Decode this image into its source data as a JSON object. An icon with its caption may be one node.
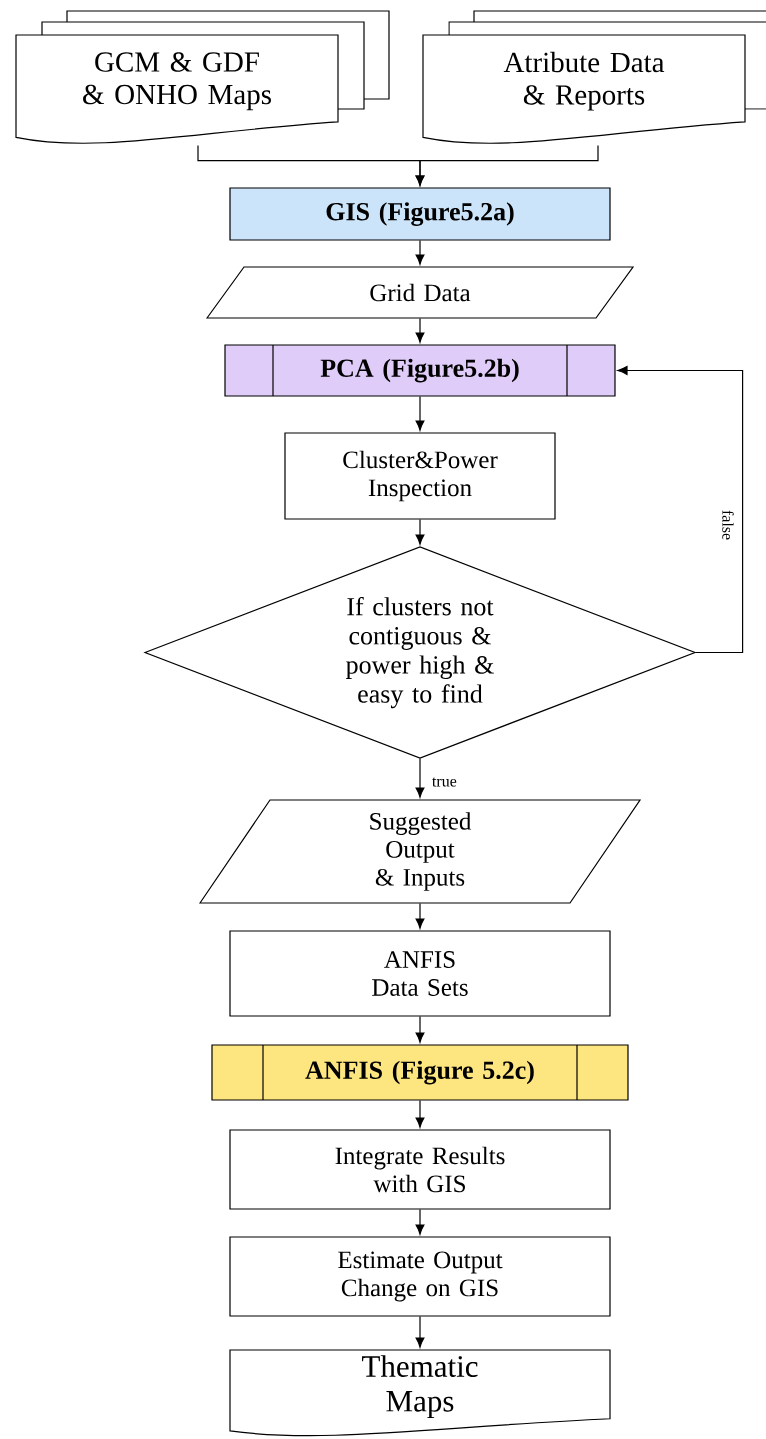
{
  "diagram": {
    "nodes": [
      {
        "text": [
          "GCM & GDF & ONHO Maps"
        ]
      },
      {
        "text": [
          "Atribute Data & Reports"
        ]
      },
      {
        "text": [
          "GIS (Figure5.2a)"
        ]
      },
      {
        "text": [
          "Grid Data"
        ]
      },
      {
        "text": [
          "PCA (Figure5.2b)"
        ]
      },
      {
        "text": [
          "Cluster&Power Inspection"
        ]
      },
      {
        "text": [
          "If clusters not contiguous & power high & easy to find"
        ]
      },
      {
        "text": [
          "Suggested Output & Inputs"
        ]
      },
      {
        "text": [
          "ANFIS Data Sets"
        ]
      },
      {
        "text": [
          "ANFIS (Figure 5.2c)"
        ]
      },
      {
        "text": [
          "Integrate Results with GIS"
        ]
      },
      {
        "text": [
          "Estimate Output Change on GIS"
        ]
      },
      {
        "text": [
          "Thematic Maps"
        ]
      }
    ],
    "edges": [
      {
        "from": 0,
        "to": 2,
        "arrow": "to"
      },
      {
        "from": 1,
        "to": 2,
        "arrow": "to"
      },
      {
        "from": 2,
        "to": 3,
        "arrow": "to"
      },
      {
        "from": 3,
        "to": 4,
        "arrow": "to"
      },
      {
        "from": 4,
        "to": 5,
        "arrow": "to"
      },
      {
        "from": 5,
        "to": 6,
        "arrow": "to"
      },
      {
        "from": 6,
        "to": 4,
        "arrow": "to",
        "label": "false"
      },
      {
        "from": 6,
        "to": 7,
        "arrow": "to",
        "label": "true"
      },
      {
        "from": 7,
        "to": 8,
        "arrow": "to"
      },
      {
        "from": 8,
        "to": 9,
        "arrow": "to"
      },
      {
        "from": 9,
        "to": 10,
        "arrow": "to"
      },
      {
        "from": 10,
        "to": 11,
        "arrow": "to"
      },
      {
        "from": 11,
        "to": 12,
        "arrow": "to"
      }
    ]
  }
}
